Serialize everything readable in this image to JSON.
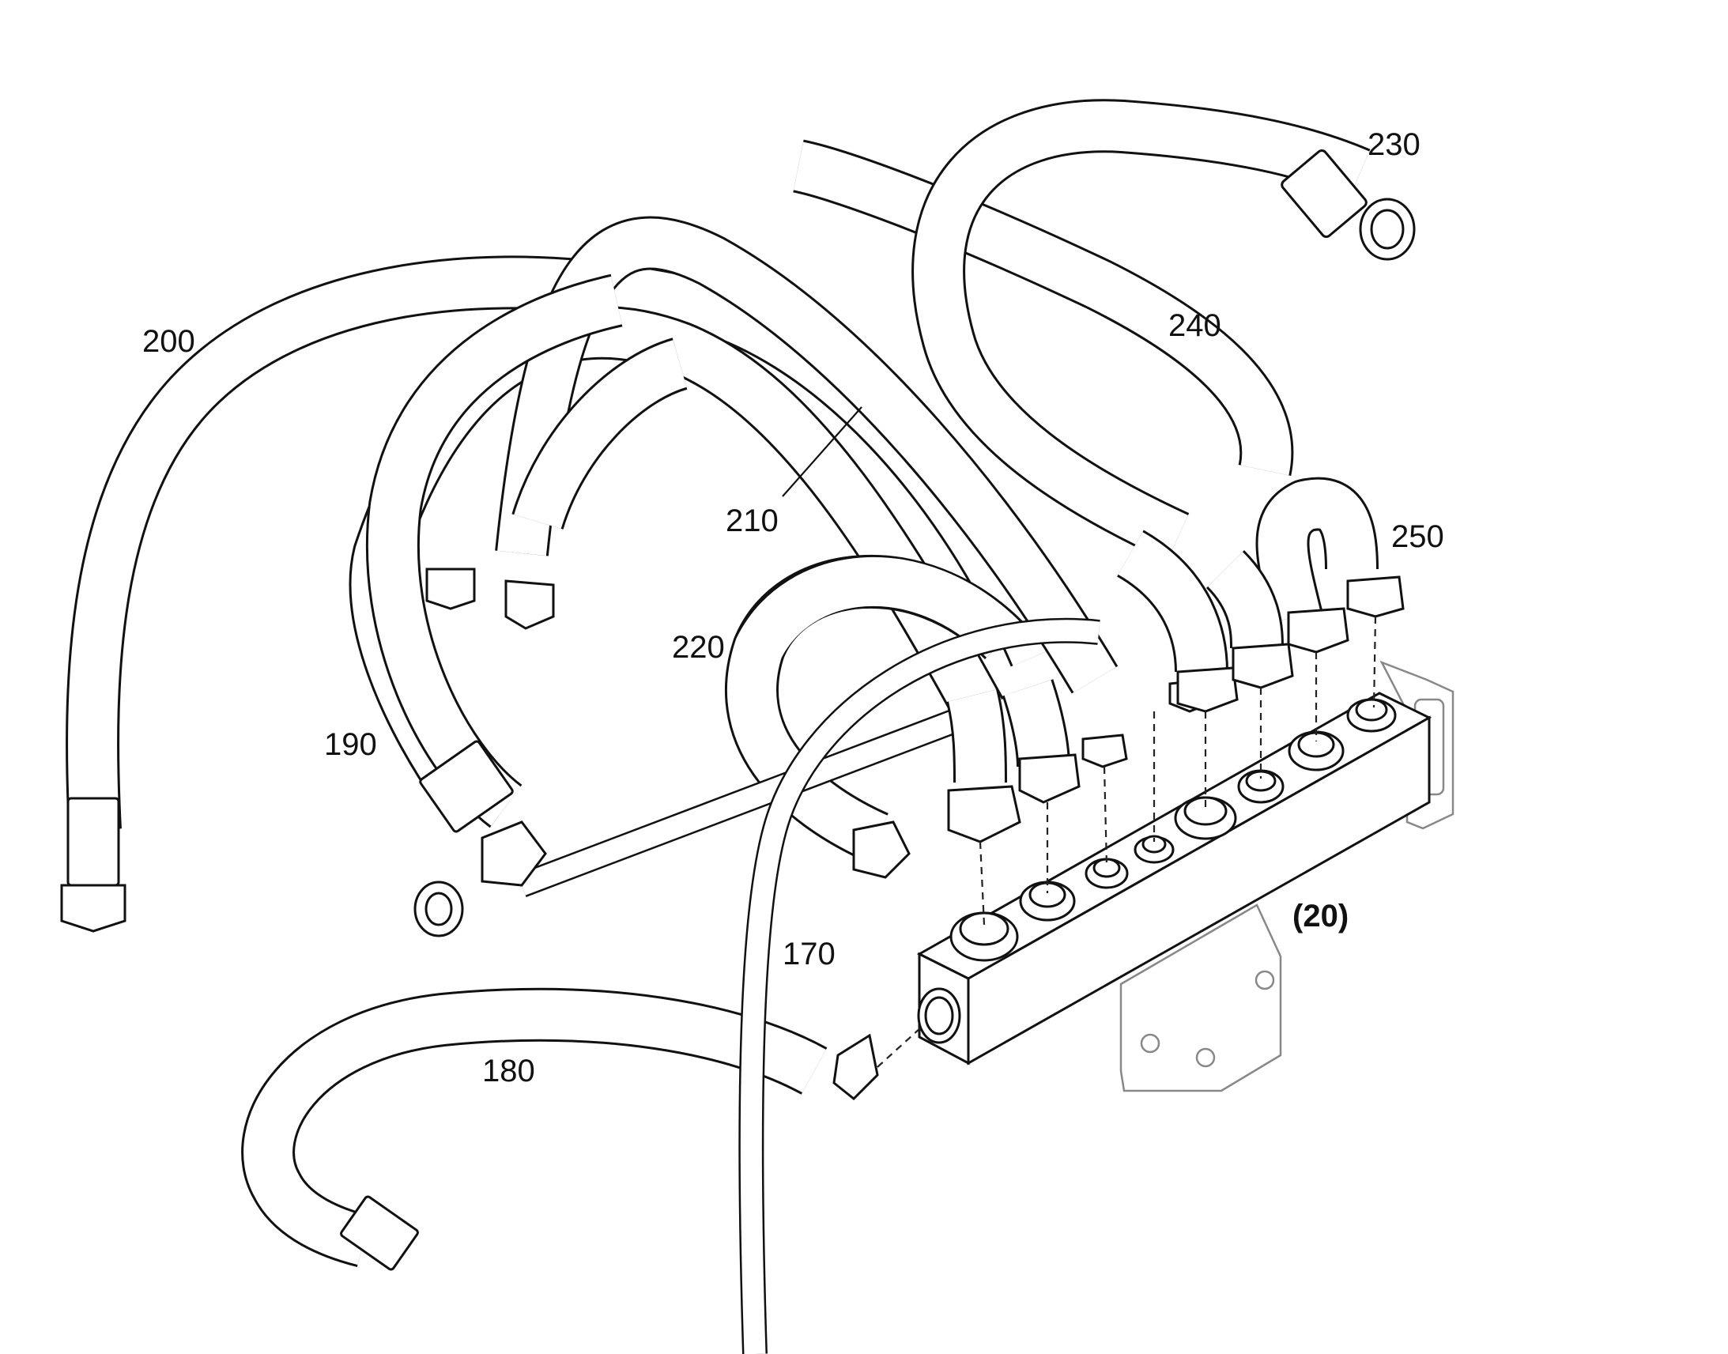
{
  "labels": {
    "l170": "170",
    "l180": "180",
    "l190": "190",
    "l200": "200",
    "l210": "210",
    "l220": "220",
    "l230": "230",
    "l240": "240",
    "l250": "250",
    "l20": "(20)"
  }
}
